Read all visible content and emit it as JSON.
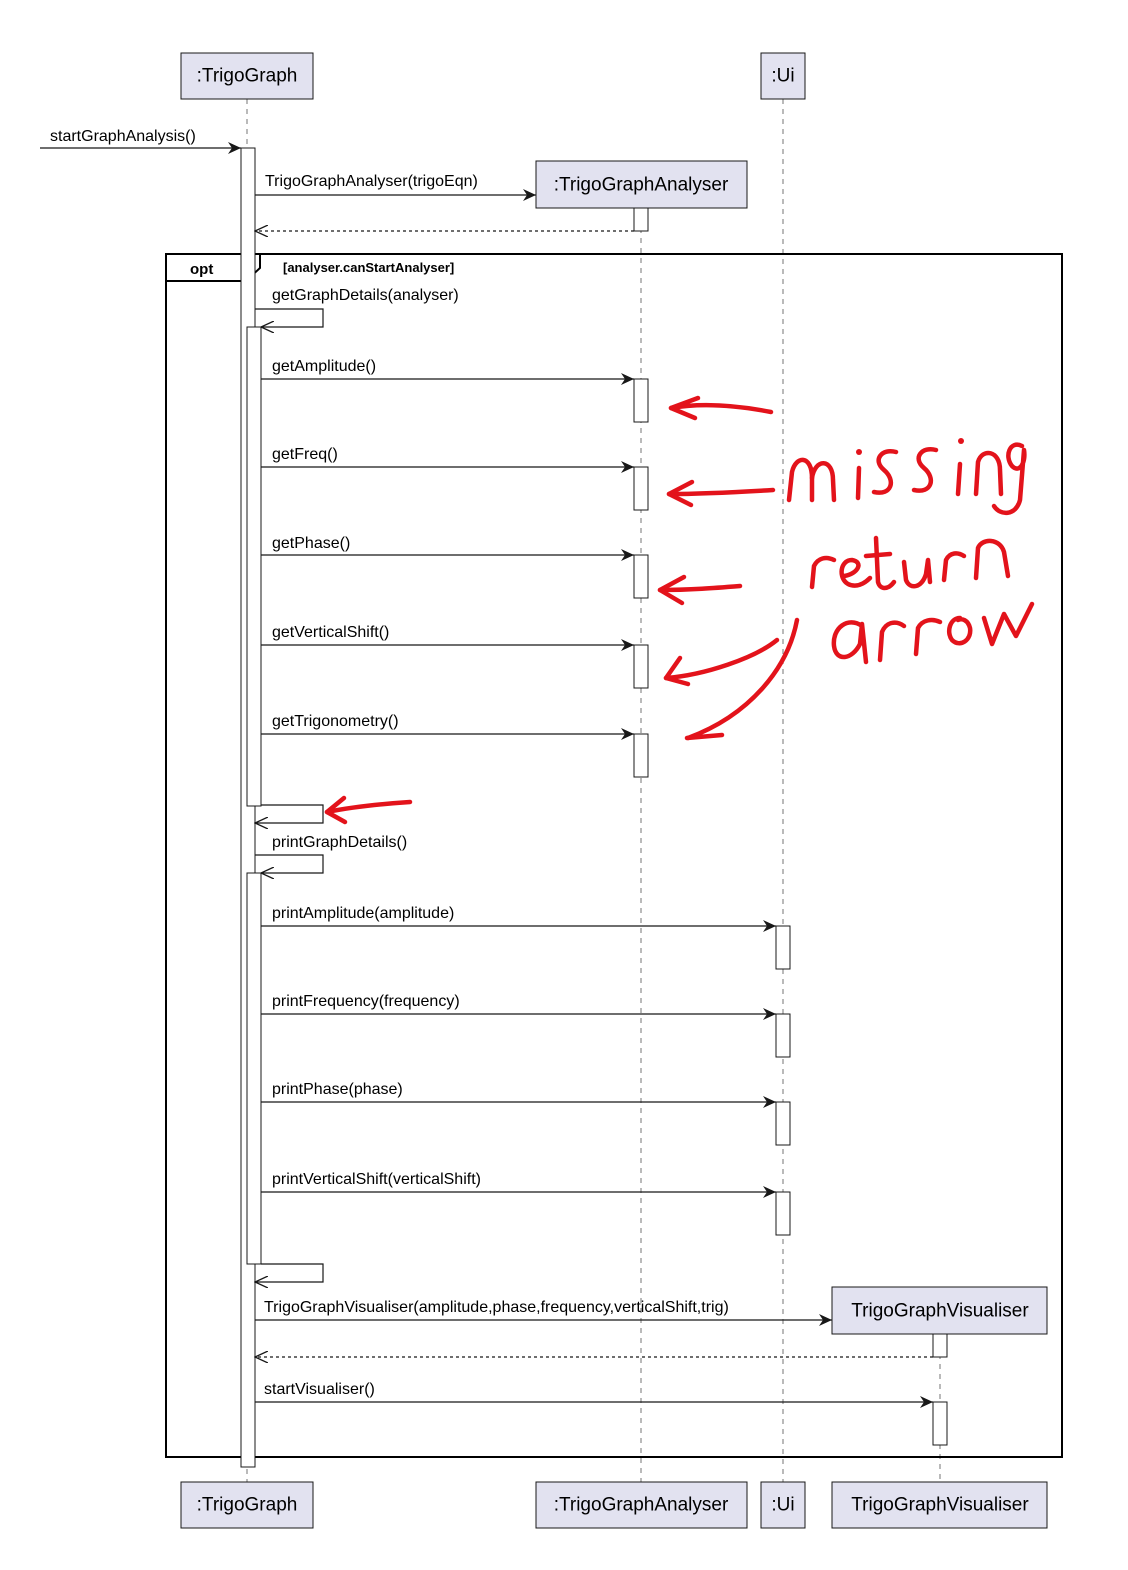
{
  "participants": [
    {
      "id": "trigograph",
      "label": ":TrigoGraph"
    },
    {
      "id": "ui",
      "label": ":Ui"
    },
    {
      "id": "analyser",
      "label": ":TrigoGraphAnalyser"
    },
    {
      "id": "visualiser",
      "label": "TrigoGraphVisualiser"
    }
  ],
  "footer_participants": [
    ":TrigoGraph",
    ":TrigoGraphAnalyser",
    ":Ui",
    "TrigoGraphVisualiser"
  ],
  "opt_fragment": {
    "operator": "opt",
    "guard": "[analyser.canStartAnalyser]"
  },
  "messages": {
    "start": "startGraphAnalysis()",
    "create_analyser": "TrigoGraphAnalyser(trigoEqn)",
    "get_details": "getGraphDetails(analyser)",
    "get_amplitude": "getAmplitude()",
    "get_freq": "getFreq()",
    "get_phase": "getPhase()",
    "get_vertical_shift": "getVerticalShift()",
    "get_trigonometry": "getTrigonometry()",
    "print_details": "printGraphDetails()",
    "print_amplitude": "printAmplitude(amplitude)",
    "print_frequency": "printFrequency(frequency)",
    "print_phase": "printPhase(phase)",
    "print_vertical_shift": "printVerticalShift(verticalShift)",
    "create_visualiser": "TrigoGraphVisualiser(amplitude,phase,frequency,verticalShift,trig)",
    "start_visualiser": "startVisualiser()"
  },
  "annotation": {
    "line1": "missing",
    "line2": "return",
    "line3": "arrow",
    "color": "#e3131b"
  },
  "colors": {
    "participant_fill": "#e2e2f0",
    "line": "#181818"
  }
}
